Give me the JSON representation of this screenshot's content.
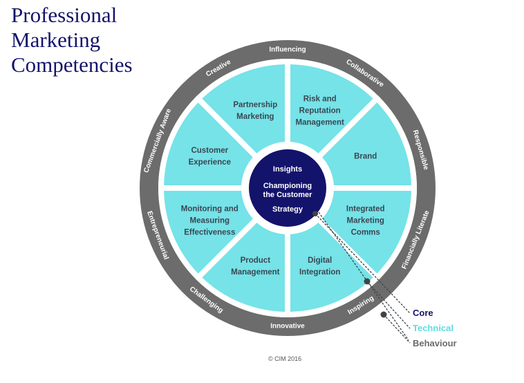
{
  "title": {
    "line1": "Professional",
    "line2": "Marketing",
    "line3": "Competencies"
  },
  "core": [
    "Insights",
    "Championing the Customer",
    "Strategy"
  ],
  "technical": [
    "Risk and Reputation Management",
    "Brand",
    "Integrated Marketing Comms",
    "Digital Integration",
    "Product Management",
    "Monitoring and Measuring Effectiveness",
    "Customer Experience",
    "Partnership Marketing"
  ],
  "behaviour": [
    "Influencing",
    "Collaborative",
    "Responsible",
    "Financially Literate",
    "Inspiring",
    "Innovative",
    "Challenging",
    "Entrepreneurial",
    "Commercially Aware",
    "Creative"
  ],
  "legend": {
    "core": "Core",
    "technical": "Technical",
    "behaviour": "Behaviour"
  },
  "copyright": "© CIM 2016",
  "colors": {
    "ring": "#6c6c6c",
    "segment": "#75e3e8",
    "core": "#14136b",
    "technical_text": "#5fdbe3",
    "behaviour_text": "#6a6a6a",
    "title": "#14136b"
  }
}
